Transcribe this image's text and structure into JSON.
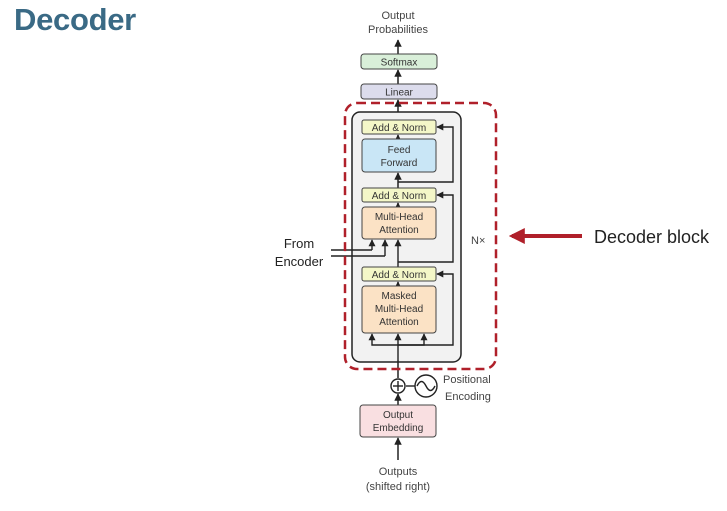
{
  "slide": {
    "title": "Decoder"
  },
  "diagram": {
    "top_label": [
      "Output",
      "Probabilities"
    ],
    "softmax": "Softmax",
    "linear": "Linear",
    "add_norm": "Add & Norm",
    "feed_forward": [
      "Feed",
      "Forward"
    ],
    "multi_head_attention": [
      "Multi-Head",
      "Attention"
    ],
    "masked_multi_head_attention": [
      "Masked",
      "Multi-Head",
      "Attention"
    ],
    "repeat_label": "N×",
    "from_encoder": [
      "From",
      "Encoder"
    ],
    "positional_encoding": [
      "Positional",
      "Encoding"
    ],
    "output_embedding": [
      "Output",
      "Embedding"
    ],
    "outputs": [
      "Outputs",
      "(shifted right)"
    ],
    "callout": "Decoder block",
    "colors": {
      "title": "#3a6a85",
      "softmax_fill": "#d9efd9",
      "linear_fill": "#dcdcec",
      "add_norm_fill": "#f4f7c8",
      "feed_forward_fill": "#c9e6f6",
      "attention_fill": "#fbe2c5",
      "embedding_fill": "#f9dfe1",
      "dashed_box": "#b0202a",
      "arrow_red": "#b0202a"
    }
  }
}
